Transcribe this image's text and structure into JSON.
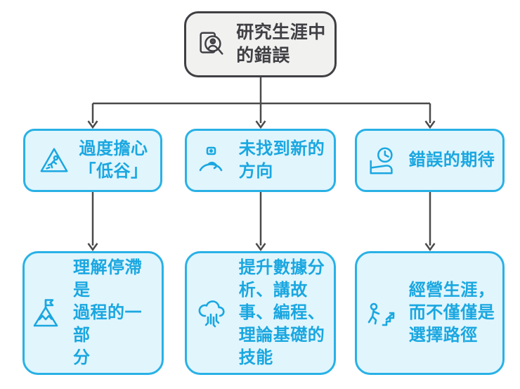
{
  "palette": {
    "accent_blue_border": "#29b1e6",
    "accent_blue_text": "#1aa7e0",
    "pale_blue_fill": "#e1f5fd",
    "dark_gray": "#3f3f44",
    "root_fill": "#f1f1f0",
    "connector_gray": "#4a4a4a",
    "background": "#ffffff"
  },
  "root": {
    "icon": "researcher-review-icon",
    "title_lines": [
      "研究生涯中",
      "的錯誤"
    ]
  },
  "branches": [
    {
      "icon": "slip-warning-icon",
      "label_lines": [
        "過度擔心",
        "「低谷」"
      ]
    },
    {
      "icon": "lost-direction-icon",
      "label_lines": [
        "未找到新的",
        "方向"
      ]
    },
    {
      "icon": "waiting-clock-icon",
      "label_lines": [
        "錯誤的期待"
      ]
    }
  ],
  "leaves": [
    {
      "icon": "mountain-flag-icon",
      "label_lines": [
        "理解停滯是",
        "過程的一部",
        "分"
      ]
    },
    {
      "icon": "cloud-circuit-icon",
      "label_lines": [
        "提升數據分",
        "析、講故",
        "事、編程、",
        "理論基礎的",
        "技能"
      ]
    },
    {
      "icon": "career-stairs-icon",
      "label_lines": [
        "經營生涯，",
        "而不僅僅是",
        "選擇路徑"
      ]
    }
  ]
}
